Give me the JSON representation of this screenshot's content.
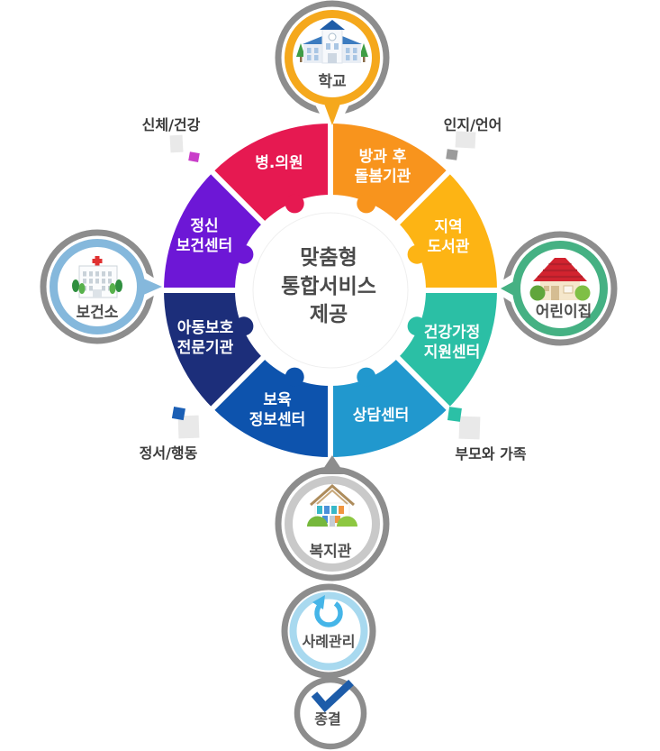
{
  "colors": {
    "ring_gray": "#8d8d8d",
    "corner_square": "#e9e9e9",
    "center_text": "#4a4a4a",
    "label_text": "#4f4f4f",
    "corner_text": "#3a3a3a",
    "gap_white": "#ffffff"
  },
  "center": {
    "lines": [
      "맞춤형",
      "통합서비스",
      "제공"
    ]
  },
  "wheel": {
    "order": "clockwise-from-top",
    "segments": [
      {
        "id": "after-school-care",
        "lines": [
          "방과 후",
          "돌봄기관"
        ],
        "color": "#f8941d"
      },
      {
        "id": "local-library",
        "lines": [
          "지역",
          "도서관"
        ],
        "color": "#fdb414"
      },
      {
        "id": "healthy-family-support",
        "lines": [
          "건강가정",
          "지원센터"
        ],
        "color": "#2bbfa5"
      },
      {
        "id": "counseling-center",
        "lines": [
          "상담센터"
        ],
        "color": "#2198ce"
      },
      {
        "id": "childcare-info-center",
        "lines": [
          "보육",
          "정보센터"
        ],
        "color": "#0d53ad"
      },
      {
        "id": "child-protection-agency",
        "lines": [
          "아동보호",
          "전문기관"
        ],
        "color": "#1c2e7a"
      },
      {
        "id": "mental-health-center",
        "lines": [
          "정신",
          "보건센터"
        ],
        "color": "#6d17d6"
      },
      {
        "id": "hospital-clinic",
        "lines": [
          "병.의원"
        ],
        "color": "#e61951"
      }
    ]
  },
  "satellites": [
    {
      "id": "school",
      "label": "학교",
      "icon": "school-icon",
      "ring_color": "#f5a81c"
    },
    {
      "id": "health-center",
      "label": "보건소",
      "icon": "hospital-icon",
      "ring_color": "#85b8dc"
    },
    {
      "id": "daycare",
      "label": "어린이집",
      "icon": "house-icon",
      "ring_color": "#45b183"
    },
    {
      "id": "welfare-center",
      "label": "복지관",
      "icon": "building-icon",
      "ring_color": "#c9c9c9"
    }
  ],
  "corners": [
    {
      "id": "top-left",
      "label": "신체/건강",
      "accent_color": "#c93ec9"
    },
    {
      "id": "top-right",
      "label": "인지/언어",
      "accent_color": "#9b9b9b"
    },
    {
      "id": "bottom-left",
      "label": "정서/행동",
      "accent_color": "#1b5fb5"
    },
    {
      "id": "bottom-right",
      "label": "부모와 가족",
      "accent_color": "#2bc0a6"
    }
  ],
  "flow": [
    {
      "id": "case-management",
      "label": "사례관리",
      "icon": "refresh-icon",
      "ring_color": "#a8d9ef",
      "icon_color": "#45b5e8"
    },
    {
      "id": "closure",
      "label": "종결",
      "icon": "check-icon",
      "ring_color": "#d9d9d9",
      "icon_color": "#1d5ca9"
    }
  ]
}
